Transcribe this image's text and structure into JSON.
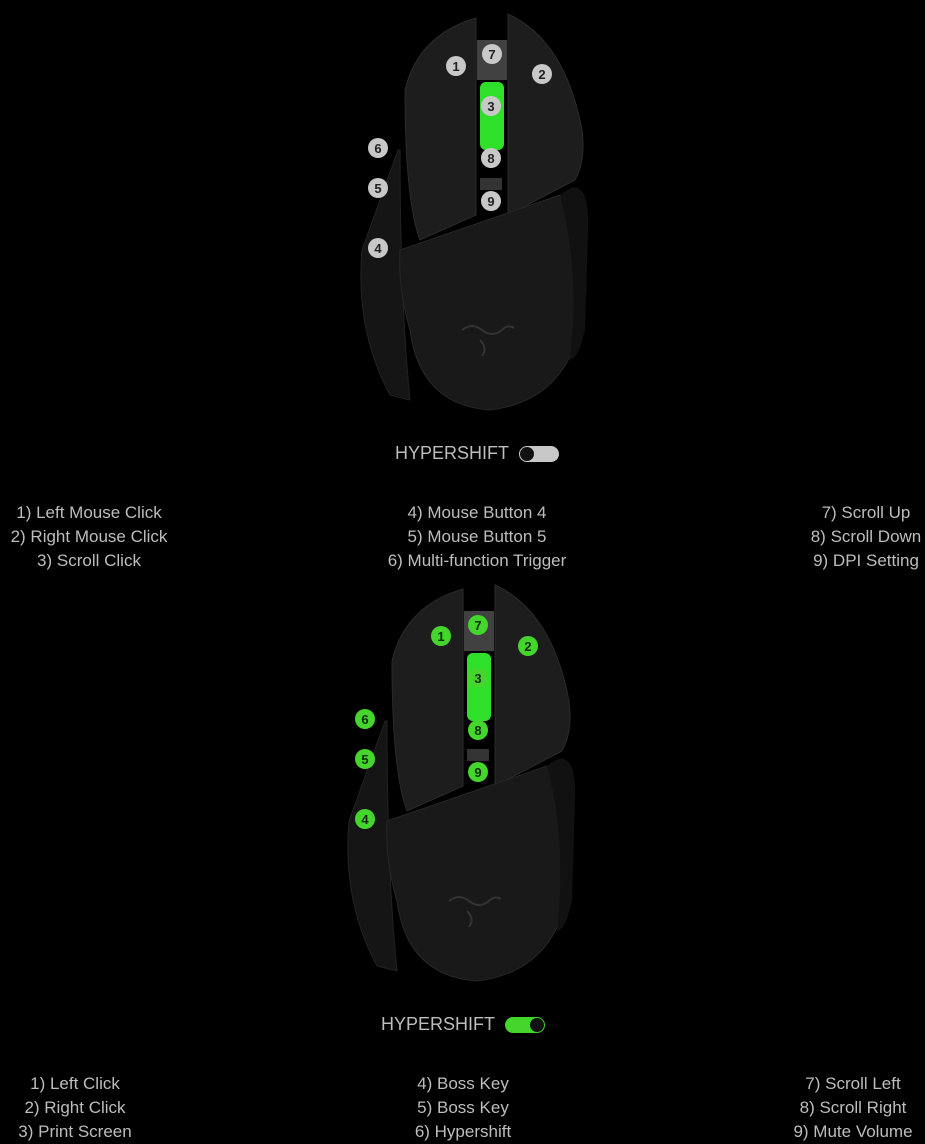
{
  "colors": {
    "accent": "#44d62c",
    "text": "#bdbdbd",
    "badge_off": "#c8c8c8"
  },
  "default": {
    "badges": [
      "1",
      "2",
      "3",
      "4",
      "5",
      "6",
      "7",
      "8",
      "9"
    ],
    "hypershift_label": "HYPERSHIFT",
    "hypershift_on": false,
    "columns": [
      [
        "1) Left Mouse Click",
        "2) Right Mouse Click",
        "3) Scroll Click"
      ],
      [
        "4) Mouse Button 4",
        "5) Mouse Button 5",
        "6) Multi-function Trigger"
      ],
      [
        "7) Scroll Up",
        "8) Scroll Down",
        "9) DPI Setting"
      ]
    ]
  },
  "hypershift": {
    "badges": [
      "1",
      "2",
      "3",
      "4",
      "5",
      "6",
      "7",
      "8",
      "9"
    ],
    "hypershift_label": "HYPERSHIFT",
    "hypershift_on": true,
    "columns": [
      [
        "1) Left Click",
        "2) Right Click",
        "3) Print Screen"
      ],
      [
        "4) Boss Key",
        "5) Boss Key",
        "6) Hypershift"
      ],
      [
        "7) Scroll Left",
        "8) Scroll Right",
        "9) Mute Volume"
      ]
    ]
  }
}
